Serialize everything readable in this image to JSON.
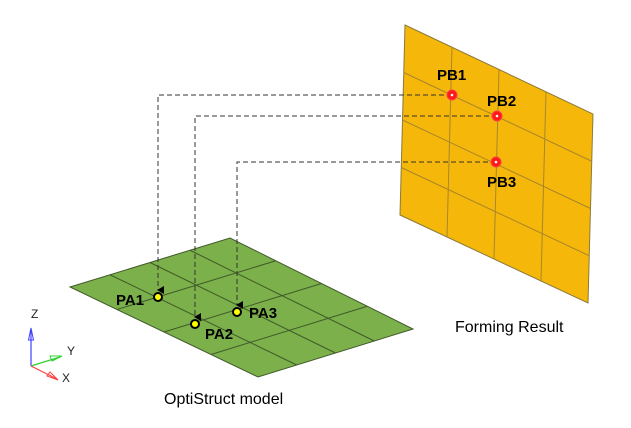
{
  "colors": {
    "model_plate": "#7cb04a",
    "result_plate": "#f5b70a",
    "model_point": "#ffff00",
    "result_point": "#ff1a1a"
  },
  "model": {
    "caption": "OptiStruct model",
    "points": [
      {
        "label": "PA1"
      },
      {
        "label": "PA2"
      },
      {
        "label": "PA3"
      }
    ]
  },
  "result": {
    "caption": "Forming Result",
    "points": [
      {
        "label": "PB1"
      },
      {
        "label": "PB2"
      },
      {
        "label": "PB3"
      }
    ]
  },
  "triad": {
    "z": "Z",
    "y": "Y",
    "x": "X"
  }
}
